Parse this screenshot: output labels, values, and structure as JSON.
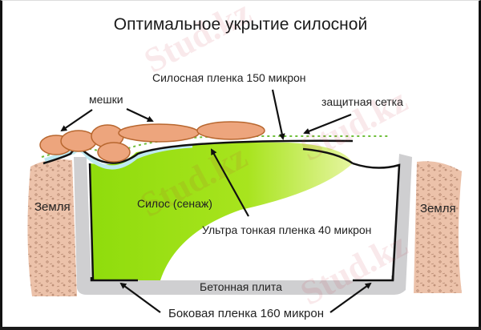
{
  "title": "Оптимальное укрытие силосной",
  "labels": {
    "bags": "мешки",
    "silage_film": "Силосная пленка 150 микрон",
    "protective_net": "защитная сетка",
    "earth_left": "Земля",
    "earth_right": "Земля",
    "silage": "Силос (сенаж)",
    "ultra_thin_film": "Ультра тонкая пленка 40 микрон",
    "concrete_slab": "Бетонная плита",
    "side_film": "Боковая пленка 160 микрон"
  },
  "watermarks": [
    "Stud.kz",
    "Stud.kz",
    "Stud.kz",
    "Stud.kz"
  ],
  "colors": {
    "silage_green": "#9fe01a",
    "bag_fill": "#eda57d",
    "bag_stroke": "#b8672f",
    "earth_fill": "#ecc2aa",
    "concrete": "#cfcfd1",
    "thin_film": "#bfe9f0",
    "net_green": "#6fbf3a",
    "film_black": "#111111"
  }
}
